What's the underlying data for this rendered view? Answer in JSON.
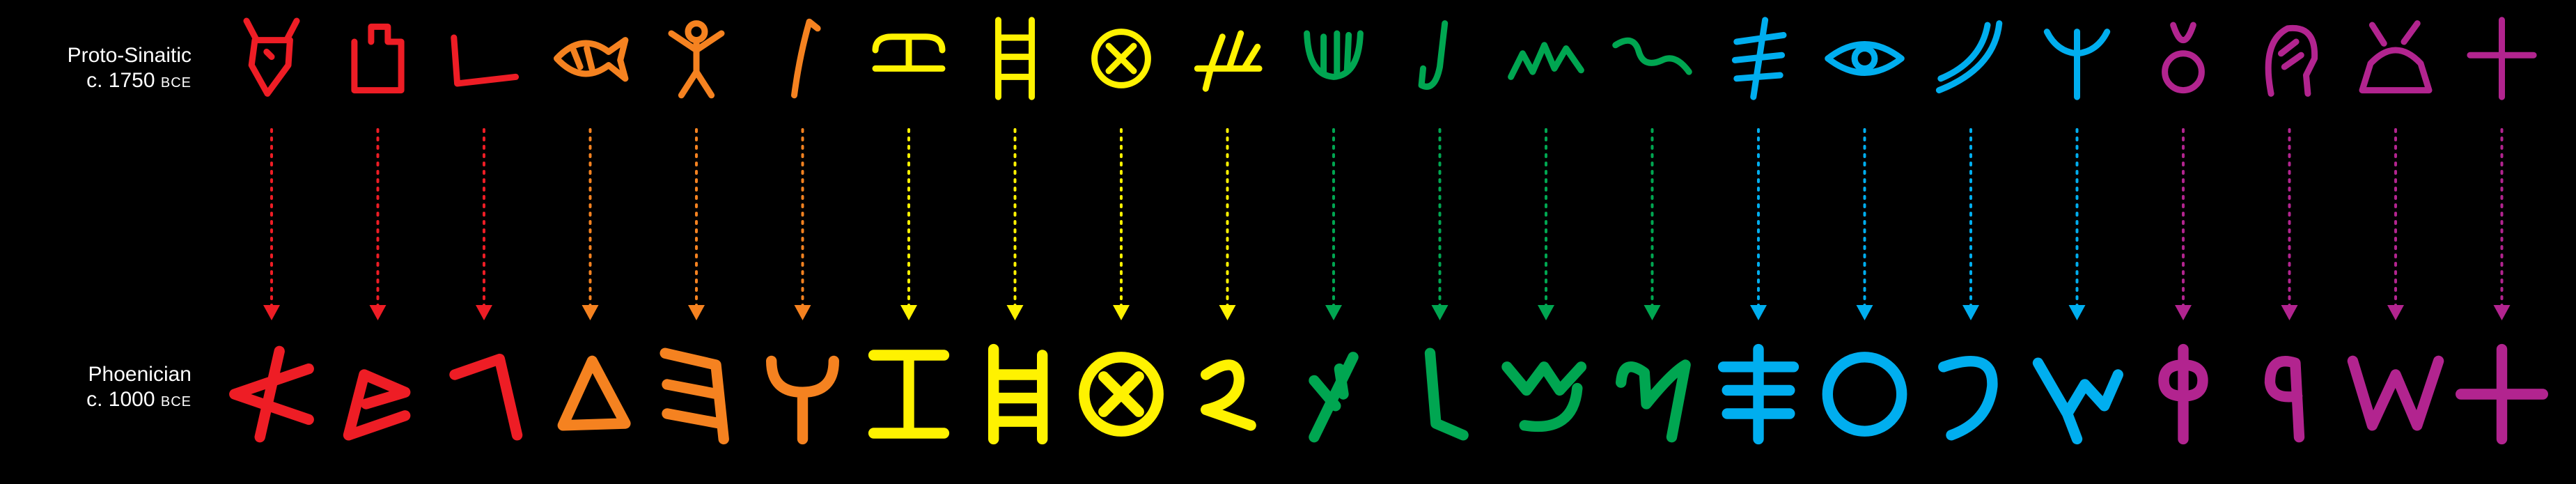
{
  "labels": {
    "proto_name": "Proto-Sinaitic",
    "proto_date": "c. 1750",
    "proto_era": "BCE",
    "phoen_name": "Phoenician",
    "phoen_date": "c. 1000",
    "phoen_era": "BCE"
  },
  "colors": {
    "red": "#ee1d25",
    "orange": "#f58220",
    "yellow": "#fff200",
    "green": "#00a651",
    "blue": "#00aeef",
    "purple": "#b2248f",
    "background": "#000000",
    "label_text": "#ffffff"
  },
  "letters": [
    {
      "proto": "ox-head",
      "phoenician": "aleph",
      "color": "red"
    },
    {
      "proto": "house",
      "phoenician": "beth",
      "color": "red"
    },
    {
      "proto": "boomerang",
      "phoenician": "gimel",
      "color": "red"
    },
    {
      "proto": "fish",
      "phoenician": "daleth",
      "color": "orange"
    },
    {
      "proto": "jubilating-figure",
      "phoenician": "he",
      "color": "orange"
    },
    {
      "proto": "mace",
      "phoenician": "waw",
      "color": "orange"
    },
    {
      "proto": "manacle",
      "phoenician": "zayin",
      "color": "yellow"
    },
    {
      "proto": "fence",
      "phoenician": "heth",
      "color": "yellow"
    },
    {
      "proto": "wheel",
      "phoenician": "teth",
      "color": "yellow"
    },
    {
      "proto": "hand",
      "phoenician": "yodh",
      "color": "yellow"
    },
    {
      "proto": "palm",
      "phoenician": "kaph",
      "color": "green"
    },
    {
      "proto": "goad",
      "phoenician": "lamedh",
      "color": "green"
    },
    {
      "proto": "water",
      "phoenician": "mem",
      "color": "green"
    },
    {
      "proto": "snake",
      "phoenician": "nun",
      "color": "green"
    },
    {
      "proto": "fish-bone",
      "phoenician": "samekh",
      "color": "blue"
    },
    {
      "proto": "eye",
      "phoenician": "ayin",
      "color": "blue"
    },
    {
      "proto": "corner",
      "phoenician": "pe",
      "color": "blue"
    },
    {
      "proto": "plant",
      "phoenician": "tsade",
      "color": "blue"
    },
    {
      "proto": "knot",
      "phoenician": "qoph",
      "color": "purple"
    },
    {
      "proto": "head",
      "phoenician": "resh",
      "color": "purple"
    },
    {
      "proto": "bow",
      "phoenician": "shin",
      "color": "purple"
    },
    {
      "proto": "cross-mark",
      "phoenician": "taw",
      "color": "purple"
    }
  ]
}
